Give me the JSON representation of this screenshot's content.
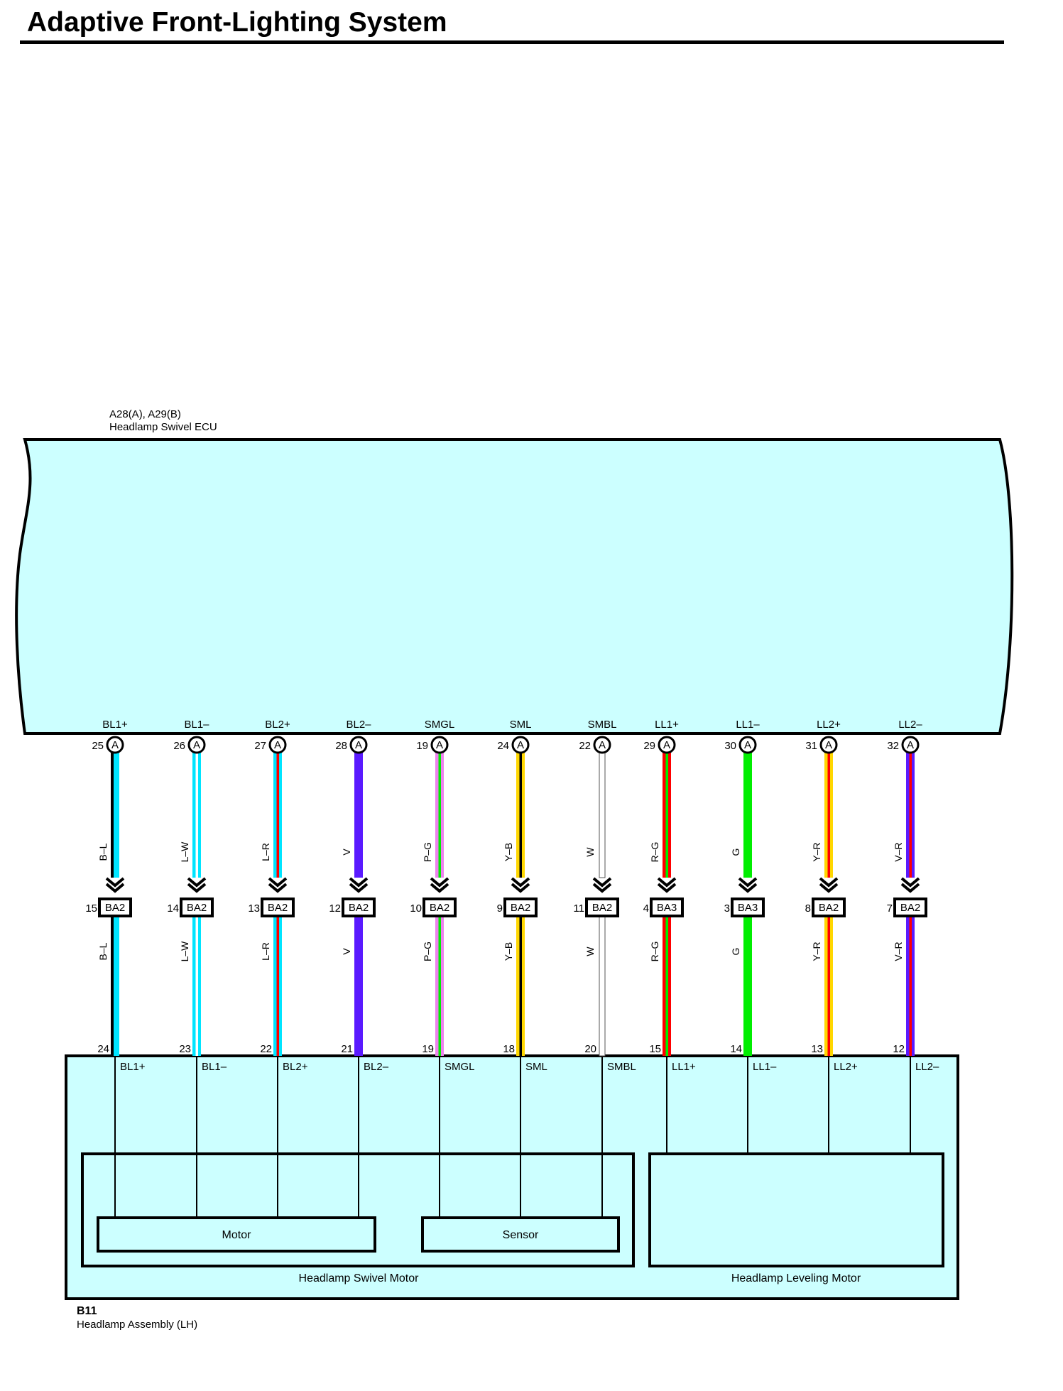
{
  "title": "Adaptive Front-Lighting System",
  "ecu": {
    "code": "A28(A), A29(B)",
    "name": "Headlamp Swivel ECU",
    "connector_letter": "A"
  },
  "assembly": {
    "code": "B11",
    "name": "Headlamp Assembly (LH)",
    "swivel_motor_label": "Headlamp Swivel Motor",
    "leveling_motor_label": "Headlamp Leveling Motor",
    "motor_label": "Motor",
    "sensor_label": "Sensor"
  },
  "colors": {
    "ecu_fill": "#ccffff",
    "B": "#000000",
    "L": "#00e5ff",
    "W": "#ffffff",
    "R": "#ff0000",
    "V": "#5a1aff",
    "P": "#ee82ee",
    "G": "#00ee00",
    "Y": "#ffd700"
  },
  "wires": [
    {
      "signal": "BL1+",
      "ecu_pin": "25",
      "color": "B–L",
      "base": "B",
      "stripe": "L",
      "junction_pin": "15",
      "junction": "BA2",
      "assy_pin": "24",
      "assy_signal": "BL1+"
    },
    {
      "signal": "BL1–",
      "ecu_pin": "26",
      "color": "L–W",
      "base": "L",
      "stripe": "W",
      "junction_pin": "14",
      "junction": "BA2",
      "assy_pin": "23",
      "assy_signal": "BL1–"
    },
    {
      "signal": "BL2+",
      "ecu_pin": "27",
      "color": "L–R",
      "base": "L",
      "stripe": "R",
      "junction_pin": "13",
      "junction": "BA2",
      "assy_pin": "22",
      "assy_signal": "BL2+"
    },
    {
      "signal": "BL2–",
      "ecu_pin": "28",
      "color": "V",
      "base": "V",
      "stripe": null,
      "junction_pin": "12",
      "junction": "BA2",
      "assy_pin": "21",
      "assy_signal": "BL2–"
    },
    {
      "signal": "SMGL",
      "ecu_pin": "19",
      "color": "P–G",
      "base": "P",
      "stripe": "G",
      "junction_pin": "10",
      "junction": "BA2",
      "assy_pin": "19",
      "assy_signal": "SMGL"
    },
    {
      "signal": "SML",
      "ecu_pin": "24",
      "color": "Y–B",
      "base": "Y",
      "stripe": "B",
      "junction_pin": "9",
      "junction": "BA2",
      "assy_pin": "18",
      "assy_signal": "SML"
    },
    {
      "signal": "SMBL",
      "ecu_pin": "22",
      "color": "W",
      "base": "W",
      "stripe": null,
      "junction_pin": "11",
      "junction": "BA2",
      "assy_pin": "20",
      "assy_signal": "SMBL"
    },
    {
      "signal": "LL1+",
      "ecu_pin": "29",
      "color": "R–G",
      "base": "R",
      "stripe": "G",
      "junction_pin": "4",
      "junction": "BA3",
      "assy_pin": "15",
      "assy_signal": "LL1+"
    },
    {
      "signal": "LL1–",
      "ecu_pin": "30",
      "color": "G",
      "base": "G",
      "stripe": null,
      "junction_pin": "3",
      "junction": "BA3",
      "assy_pin": "14",
      "assy_signal": "LL1–"
    },
    {
      "signal": "LL2+",
      "ecu_pin": "31",
      "color": "Y–R",
      "base": "Y",
      "stripe": "R",
      "junction_pin": "8",
      "junction": "BA2",
      "assy_pin": "13",
      "assy_signal": "LL2+"
    },
    {
      "signal": "LL2–",
      "ecu_pin": "32",
      "color": "V–R",
      "base": "V",
      "stripe": "R",
      "junction_pin": "7",
      "junction": "BA2",
      "assy_pin": "12",
      "assy_signal": "LL2–"
    }
  ]
}
